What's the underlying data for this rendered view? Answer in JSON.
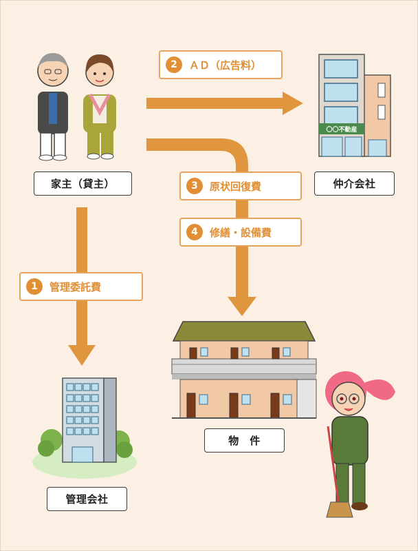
{
  "nodes": {
    "landlord": "家主（貸主）",
    "agency": "仲介会社",
    "management": "管理会社",
    "property": "物　件"
  },
  "agency_sign": "〇〇不動産",
  "costs": [
    {
      "number": "1",
      "label": "管理委託費"
    },
    {
      "number": "2",
      "label": "ＡＤ（広告料）"
    },
    {
      "number": "3",
      "label": "原状回復費"
    },
    {
      "number": "4",
      "label": "修繕・設備費"
    }
  ],
  "colors": {
    "arrow": "#e0963f",
    "accent": "#e08f35",
    "background": "#fbf0e3"
  }
}
